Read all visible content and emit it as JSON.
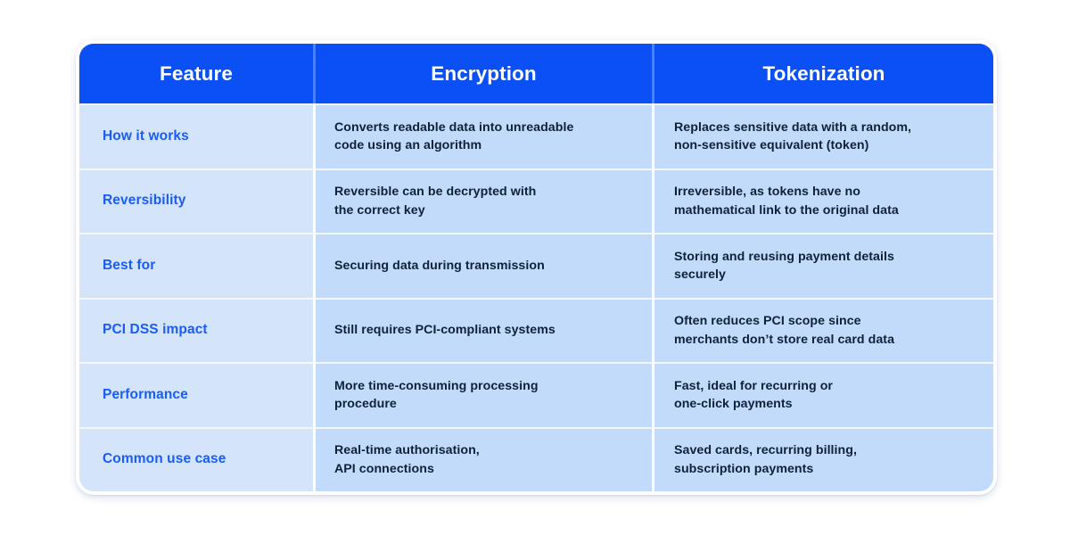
{
  "table": {
    "headers": [
      {
        "label": "Feature"
      },
      {
        "label": "Encryption"
      },
      {
        "label": "Tokenization"
      }
    ],
    "rows": [
      {
        "feature": "How it works",
        "encryption": [
          "Converts readable data into unreadable",
          "code using an algorithm"
        ],
        "tokenization": [
          "Replaces sensitive data with a random,",
          "non-sensitive equivalent (token)"
        ]
      },
      {
        "feature": "Reversibility",
        "encryption": [
          "Reversible can be decrypted with",
          "the correct key"
        ],
        "tokenization": [
          "Irreversible, as tokens have no",
          "mathematical link to the original data"
        ]
      },
      {
        "feature": "Best for",
        "encryption": [
          "Securing data during transmission"
        ],
        "tokenization": [
          "Storing and reusing payment details",
          "securely"
        ]
      },
      {
        "feature": "PCI DSS impact",
        "encryption": [
          "Still requires PCI-compliant systems"
        ],
        "tokenization": [
          "Often reduces PCI scope since",
          "merchants don’t store real card data"
        ]
      },
      {
        "feature": "Performance",
        "encryption": [
          "More time-consuming processing",
          "procedure"
        ],
        "tokenization": [
          "Fast, ideal for recurring or",
          "one-click payments"
        ]
      },
      {
        "feature": "Common use case",
        "encryption": [
          "Real-time authorisation,",
          "API connections"
        ],
        "tokenization": [
          "Saved cards, recurring billing,",
          "subscription payments"
        ]
      }
    ]
  },
  "colors": {
    "header_background": "#0A50F5",
    "header_text": "#FFFFFF",
    "feature_column_background": "#D3E4FB",
    "feature_label_text": "#1A5CF5",
    "data_cell_background": "#C2DBFA",
    "data_cell_text": "#0F2139",
    "page_background": "#FFFFFF",
    "divider": "#FFFFFF"
  }
}
